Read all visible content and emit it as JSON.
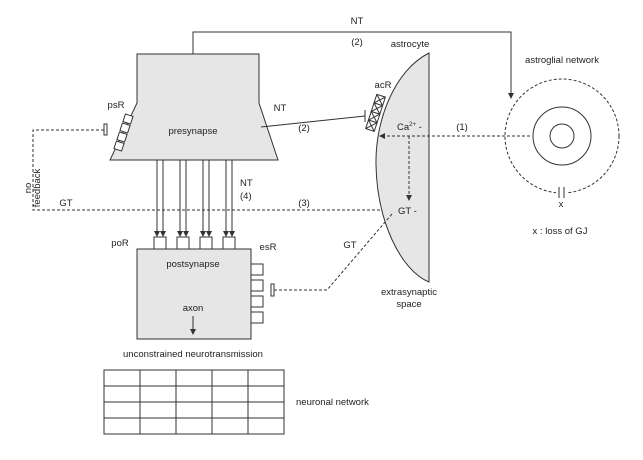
{
  "labels": {
    "nt_top": "NT",
    "nt_top_num": "(2)",
    "astrocyte": "astrocyte",
    "astroglial_network": "astroglial network",
    "acR": "acR",
    "psR": "psR",
    "nt_mid": "NT",
    "nt_mid_num": "(2)",
    "presynapse": "presynapse",
    "ca": "Ca",
    "ca_sup": "2+",
    "ca_dash": " -",
    "step1": "(1)",
    "no": "no",
    "feedback": "feedback",
    "gt_left": "GT",
    "nt4": "NT",
    "nt4_num": "(4)",
    "step3": "(3)",
    "gt_astro": "GT -",
    "x_mark": "x",
    "x_legend": "x : loss of GJ",
    "poR": "poR",
    "esR": "esR",
    "postsynapse": "postsynapse",
    "gt_es": "GT",
    "axon": "axon",
    "extrasynaptic": "extrasynaptic",
    "space": "space",
    "unconstrained": "unconstrained neurotransmission",
    "neuronal_network": "neuronal network"
  },
  "colors": {
    "cell_fill": "#e6e6e6",
    "line": "#333333"
  }
}
